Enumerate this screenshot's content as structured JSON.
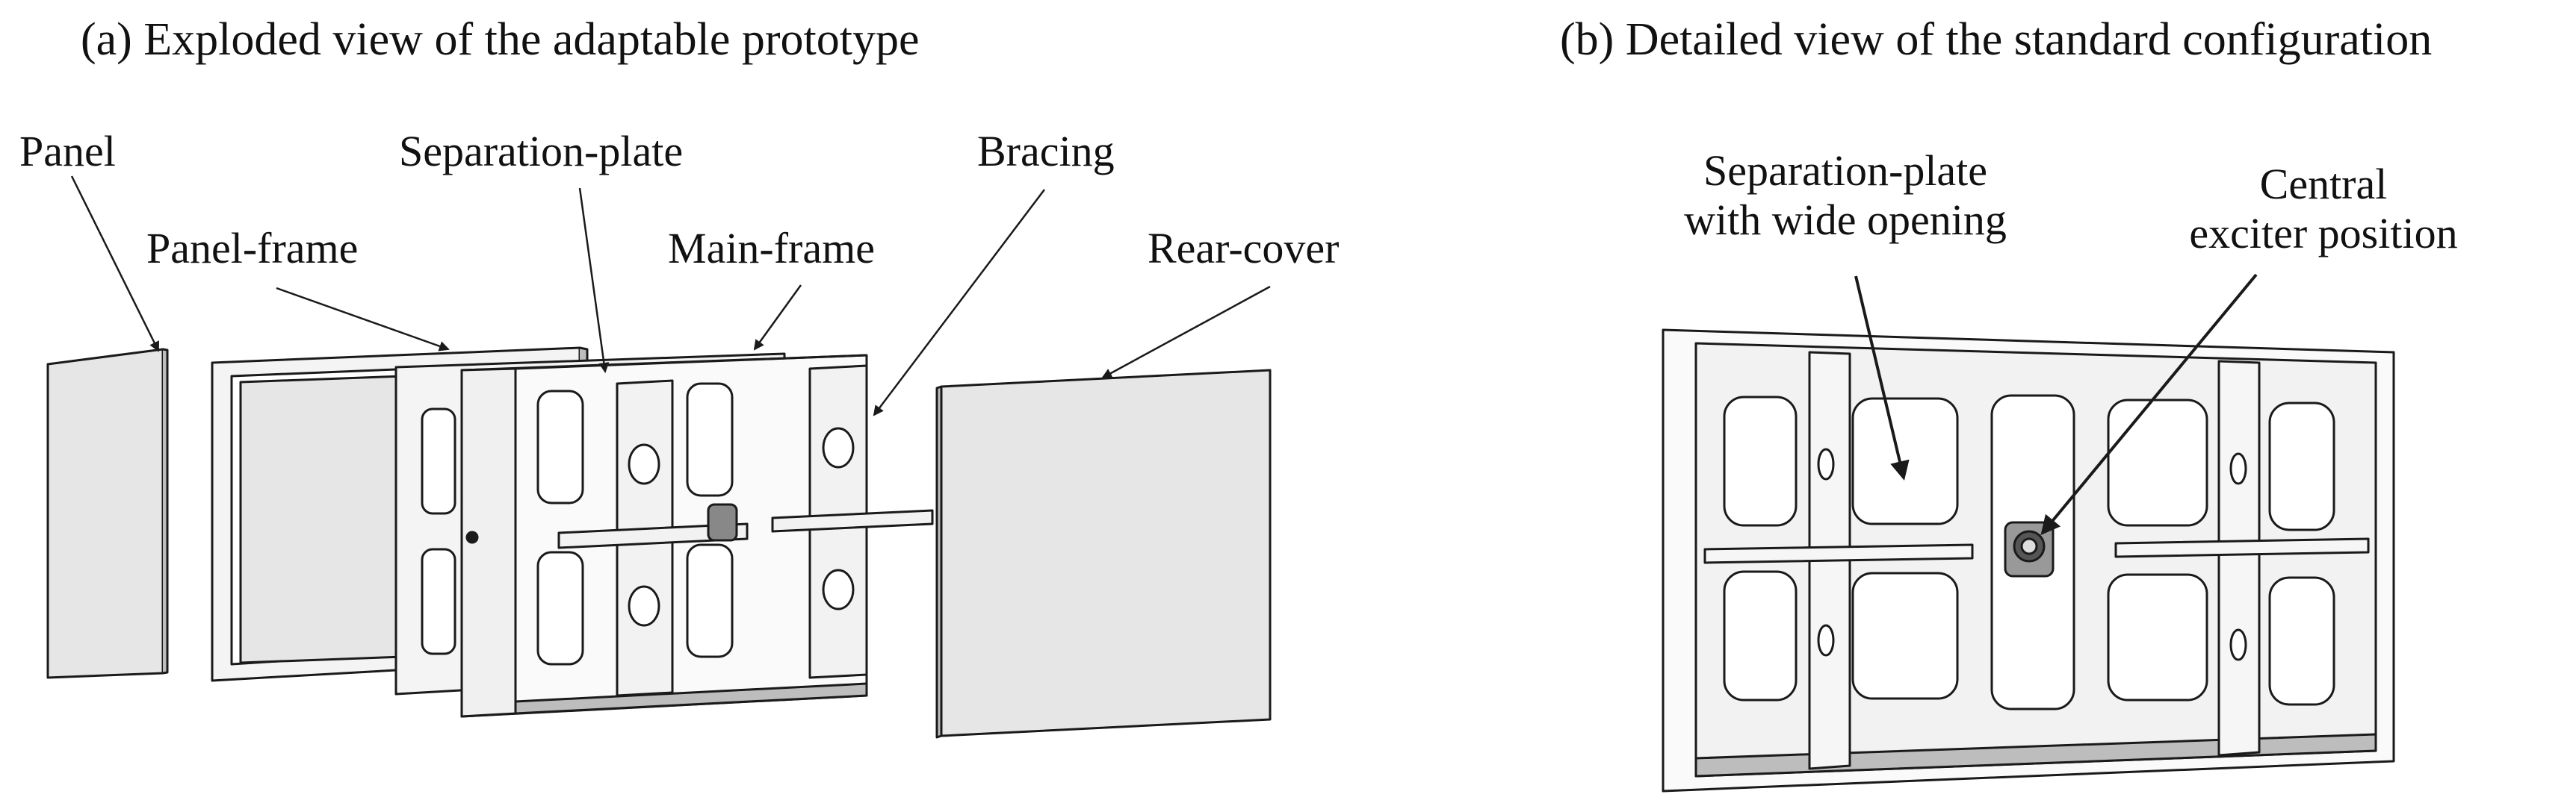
{
  "titles": {
    "a": "(a) Exploded view of the adaptable prototype",
    "b": "(b) Detailed view of the standard configuration"
  },
  "labels_a": {
    "panel": "Panel",
    "panel_frame": "Panel-frame",
    "separation_plate": "Separation-plate",
    "main_frame": "Main-frame",
    "bracing": "Bracing",
    "rear_cover": "Rear-cover"
  },
  "labels_b": {
    "separation_line1": "Separation-plate",
    "separation_line2": "with wide opening",
    "exciter_line1": "Central",
    "exciter_line2": "exciter position"
  },
  "colors": {
    "line": "#1a1a1a",
    "panel_fill": "#e6e6e6",
    "light_fill": "#f2f2f2",
    "shadow": "#bdbdbd"
  }
}
